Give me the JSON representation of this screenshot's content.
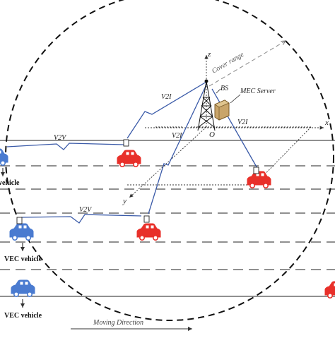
{
  "labels": {
    "cover_range": "Cover range",
    "bs": "BS",
    "mec_server": "MEC Server",
    "v2i_top": "V2I",
    "v2i_mid": "V2I",
    "v2i_right": "V2I",
    "v2v_top": "V2V",
    "v2v_bottom": "V2V",
    "axis_z": "z",
    "axis_x": "x",
    "axis_y": "y",
    "origin": "O",
    "vec_vehicle_top": "VEC vehicle",
    "vec_vehicle_bottom": "VEC vehicle",
    "vehicle_partial_left": "vehicle",
    "moving_direction": "Moving Direction"
  },
  "colors": {
    "red_car": "#e8302a",
    "blue_car": "#4a7bd0",
    "link_blue": "#3a5aa8",
    "axis": "#333333",
    "dashed_circle": "#111111",
    "cover_arrow": "#777777",
    "server_box": "#c9a56a"
  },
  "icons": [
    "base-station-tower-icon",
    "mec-server-icon",
    "red-car-icon",
    "blue-car-icon",
    "arrow-right-icon"
  ]
}
